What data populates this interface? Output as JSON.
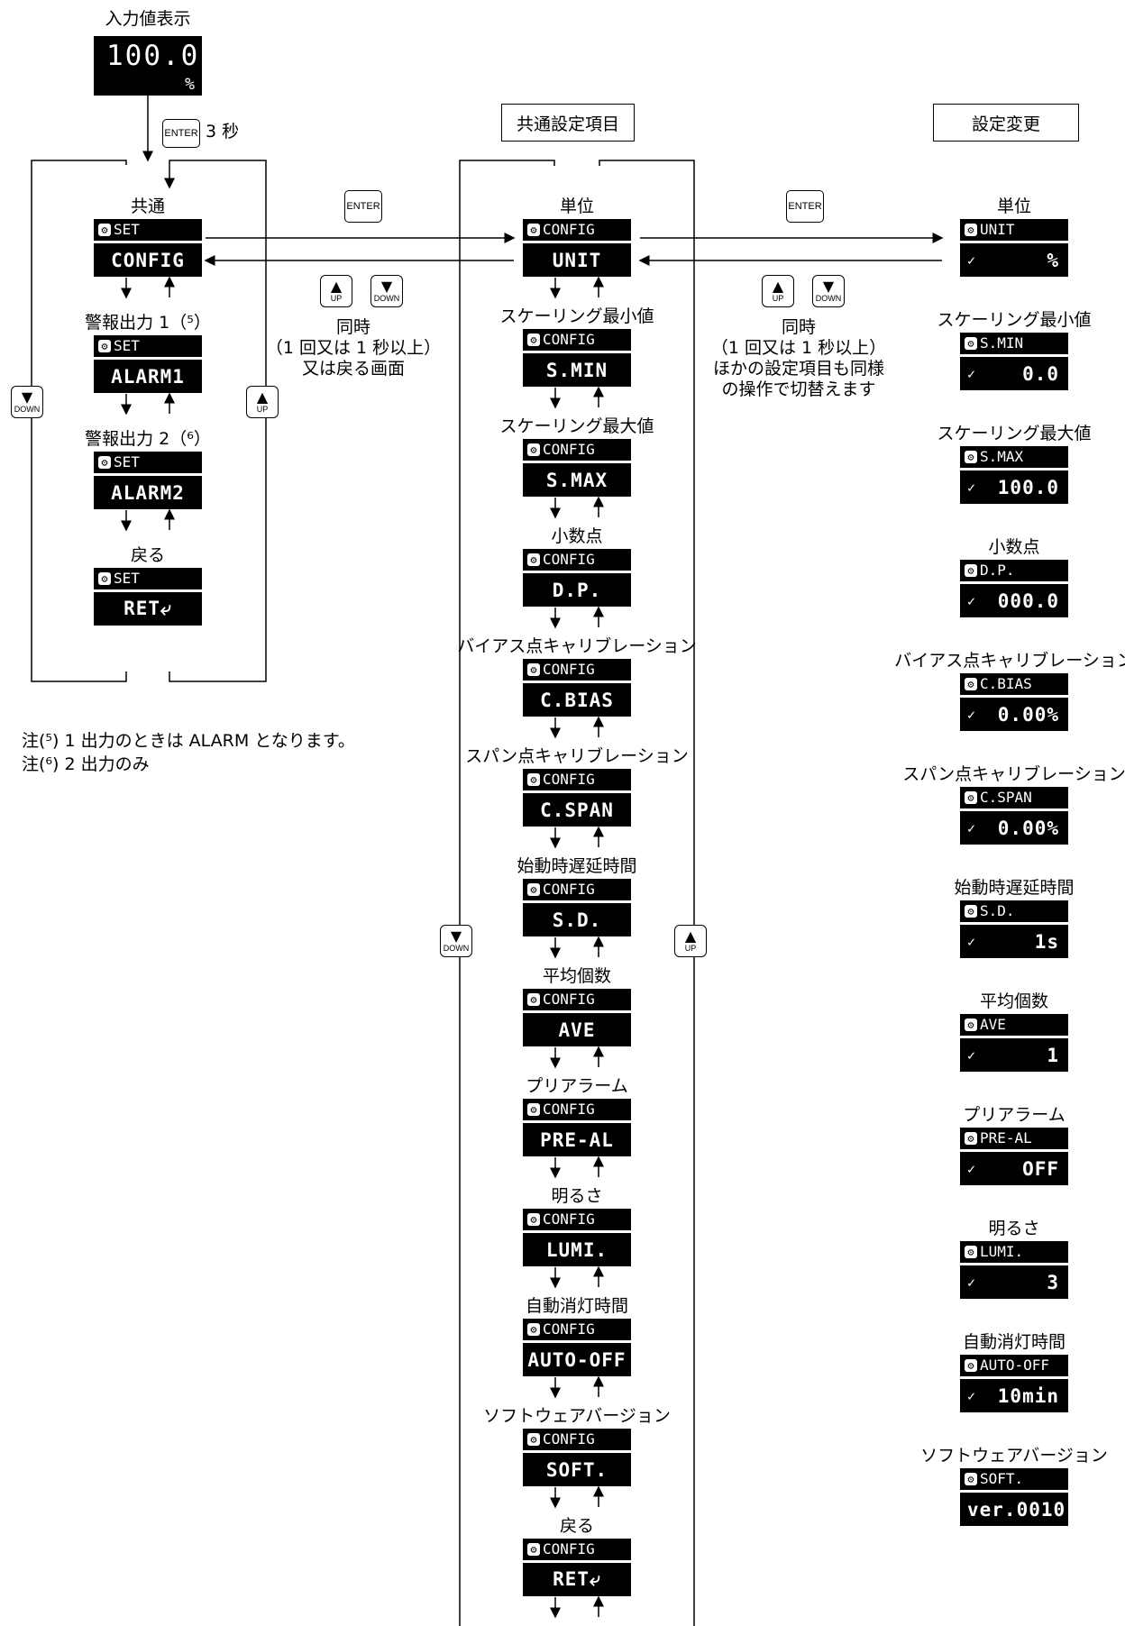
{
  "input_display": {
    "title": "入力値表示",
    "value": "100.0",
    "unit": "%",
    "enter_key": "ENTER",
    "hold_text": "3 秒"
  },
  "common_menu": {
    "items": [
      {
        "label": "共通",
        "top": "SET",
        "bottom": "CONFIG"
      },
      {
        "label": "警報出力 1（⁵）",
        "top": "SET",
        "bottom": "ALARM1"
      },
      {
        "label": "警報出力 2（⁶）",
        "top": "SET",
        "bottom": "ALARM2"
      },
      {
        "label": "戻る",
        "top": "SET",
        "bottom": "RET⤶"
      }
    ],
    "down_key": "DOWN",
    "up_key": "UP"
  },
  "enter_key_label": "ENTER",
  "simultaneous_note_1": [
    "同時",
    "（1 回又は 1 秒以上）",
    "又は戻る画面"
  ],
  "simultaneous_note_2": [
    "同時",
    "（1 回又は 1 秒以上）",
    "ほかの設定項目も同様",
    "の操作で切替えます"
  ],
  "up_key": "UP",
  "down_key": "DOWN",
  "column_headers": {
    "common": "共通設定項目",
    "change": "設定変更"
  },
  "config_items": [
    {
      "label": "単位",
      "top": "CONFIG",
      "bottom": "UNIT"
    },
    {
      "label": "スケーリング最小値",
      "top": "CONFIG",
      "bottom": "S.MIN"
    },
    {
      "label": "スケーリング最大値",
      "top": "CONFIG",
      "bottom": "S.MAX"
    },
    {
      "label": "小数点",
      "top": "CONFIG",
      "bottom": "D.P."
    },
    {
      "label": "バイアス点キャリブレーション",
      "top": "CONFIG",
      "bottom": "C.BIAS"
    },
    {
      "label": "スパン点キャリブレーション",
      "top": "CONFIG",
      "bottom": "C.SPAN"
    },
    {
      "label": "始動時遅延時間",
      "top": "CONFIG",
      "bottom": "S.D."
    },
    {
      "label": "平均個数",
      "top": "CONFIG",
      "bottom": "AVE"
    },
    {
      "label": "プリアラーム",
      "top": "CONFIG",
      "bottom": "PRE-AL"
    },
    {
      "label": "明るさ",
      "top": "CONFIG",
      "bottom": "LUMI."
    },
    {
      "label": "自動消灯時間",
      "top": "CONFIG",
      "bottom": "AUTO-OFF"
    },
    {
      "label": "ソフトウェアバージョン",
      "top": "CONFIG",
      "bottom": "SOFT."
    },
    {
      "label": "戻る",
      "top": "CONFIG",
      "bottom": "RET⤶"
    }
  ],
  "setting_items": [
    {
      "label": "単位",
      "top": "UNIT",
      "check": "✓",
      "value": "%"
    },
    {
      "label": "スケーリング最小値",
      "top": "S.MIN",
      "check": "✓",
      "value": "0.0"
    },
    {
      "label": "スケーリング最大値",
      "top": "S.MAX",
      "check": "✓",
      "value": "100.0"
    },
    {
      "label": "小数点",
      "top": "D.P.",
      "check": "✓",
      "value": "000.0"
    },
    {
      "label": "バイアス点キャリブレーション",
      "top": "C.BIAS",
      "check": "✓",
      "value": "0.00%"
    },
    {
      "label": "スパン点キャリブレーション",
      "top": "C.SPAN",
      "check": "✓",
      "value": "0.00%"
    },
    {
      "label": "始動時遅延時間",
      "top": "S.D.",
      "check": "✓",
      "value": "1s"
    },
    {
      "label": "平均個数",
      "top": "AVE",
      "check": "✓",
      "value": "1"
    },
    {
      "label": "プリアラーム",
      "top": "PRE-AL",
      "check": "✓",
      "value": "OFF"
    },
    {
      "label": "明るさ",
      "top": "LUMI.",
      "check": "✓",
      "value": "3"
    },
    {
      "label": "自動消灯時間",
      "top": "AUTO-OFF",
      "check": "✓",
      "value": "10min"
    },
    {
      "label": "ソフトウェアバージョン",
      "top": "SOFT.",
      "check": "",
      "value": "ver.0010"
    }
  ],
  "notes": [
    "注(⁵) 1 出力のときは ALARM となります。",
    "注(⁶) 2 出力のみ"
  ]
}
